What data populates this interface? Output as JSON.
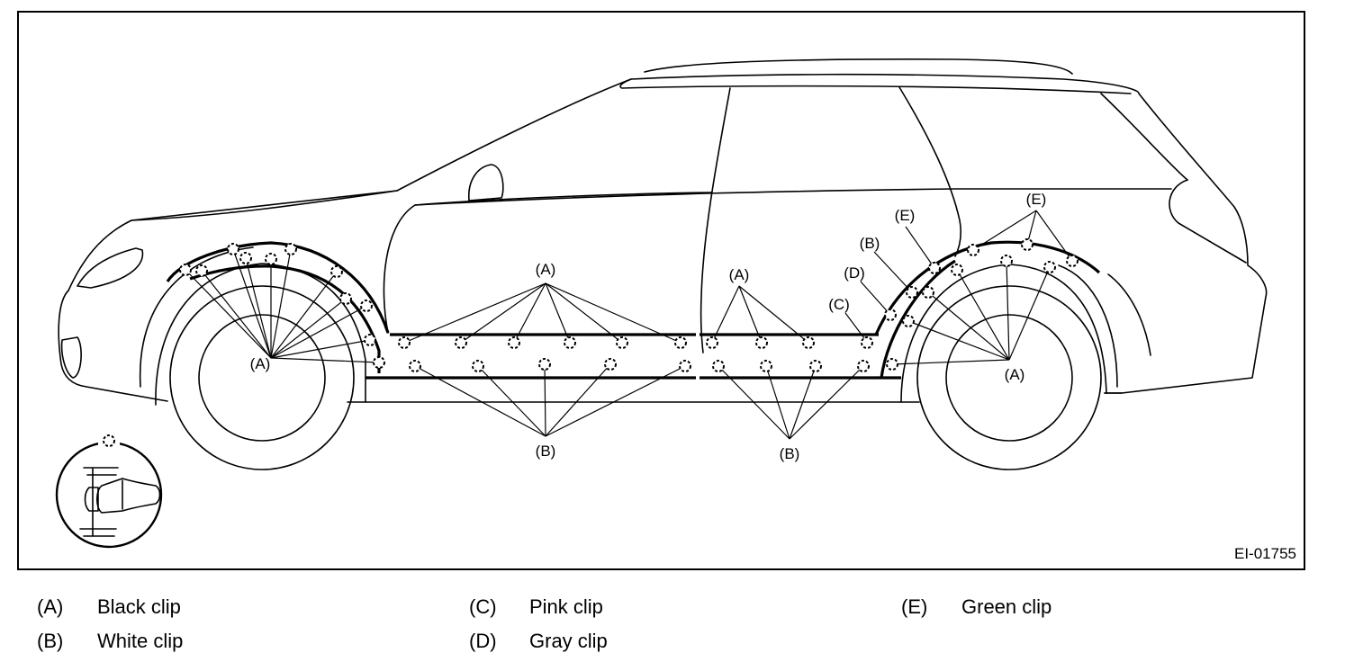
{
  "figure_id": "EI-01755",
  "callouts": {
    "a_front": "(A)",
    "a_front_door": "(A)",
    "a_rear_door": "(A)",
    "a_rear": "(A)",
    "b_front_door": "(B)",
    "b_rear_door": "(B)",
    "b_rear_arch": "(B)",
    "c_rear_arch": "(C)",
    "d_rear_arch": "(D)",
    "e_rear_arch": "(E)",
    "e_rear_top": "(E)"
  },
  "legend": [
    {
      "key": "(A)",
      "label": "Black clip"
    },
    {
      "key": "(B)",
      "label": "White clip"
    },
    {
      "key": "(C)",
      "label": "Pink clip"
    },
    {
      "key": "(D)",
      "label": "Gray clip"
    },
    {
      "key": "(E)",
      "label": "Green clip"
    }
  ]
}
